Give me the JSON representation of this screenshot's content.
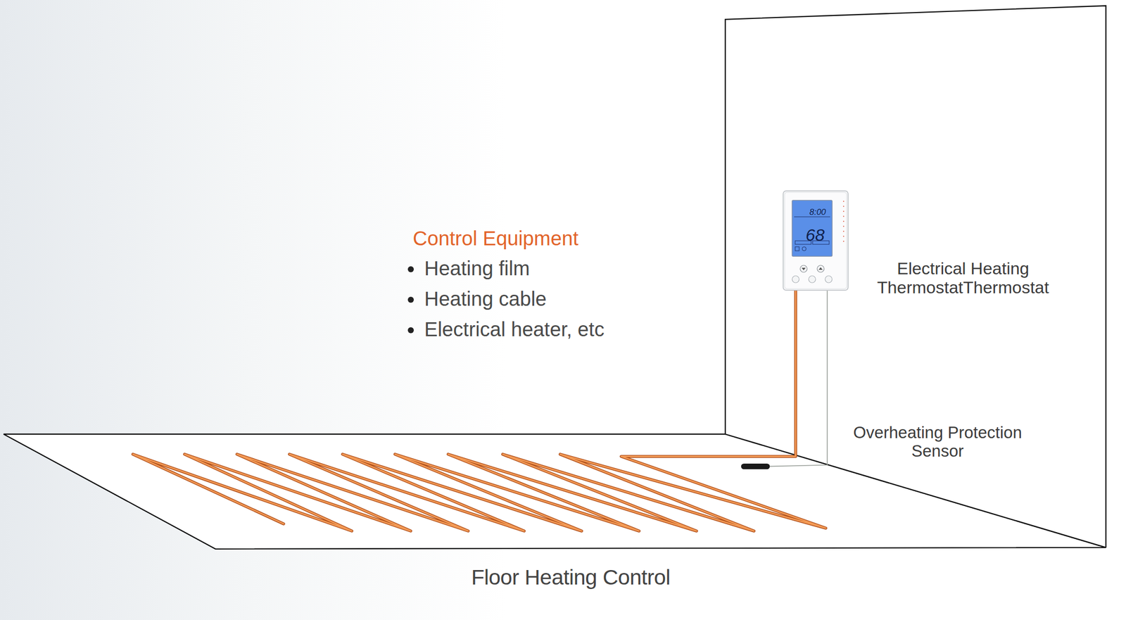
{
  "diagram": {
    "caption": "Floor Heating Control",
    "nodes": [
      {
        "text": [
          "8:00",
          "68"
        ]
      }
    ],
    "labels": [
      "Control Equipment",
      "Heating film",
      "Heating cable",
      "Electrical heater, etc",
      "Electrical Heating ThermostatThermostat",
      "Overheating Protection Sensor"
    ]
  }
}
